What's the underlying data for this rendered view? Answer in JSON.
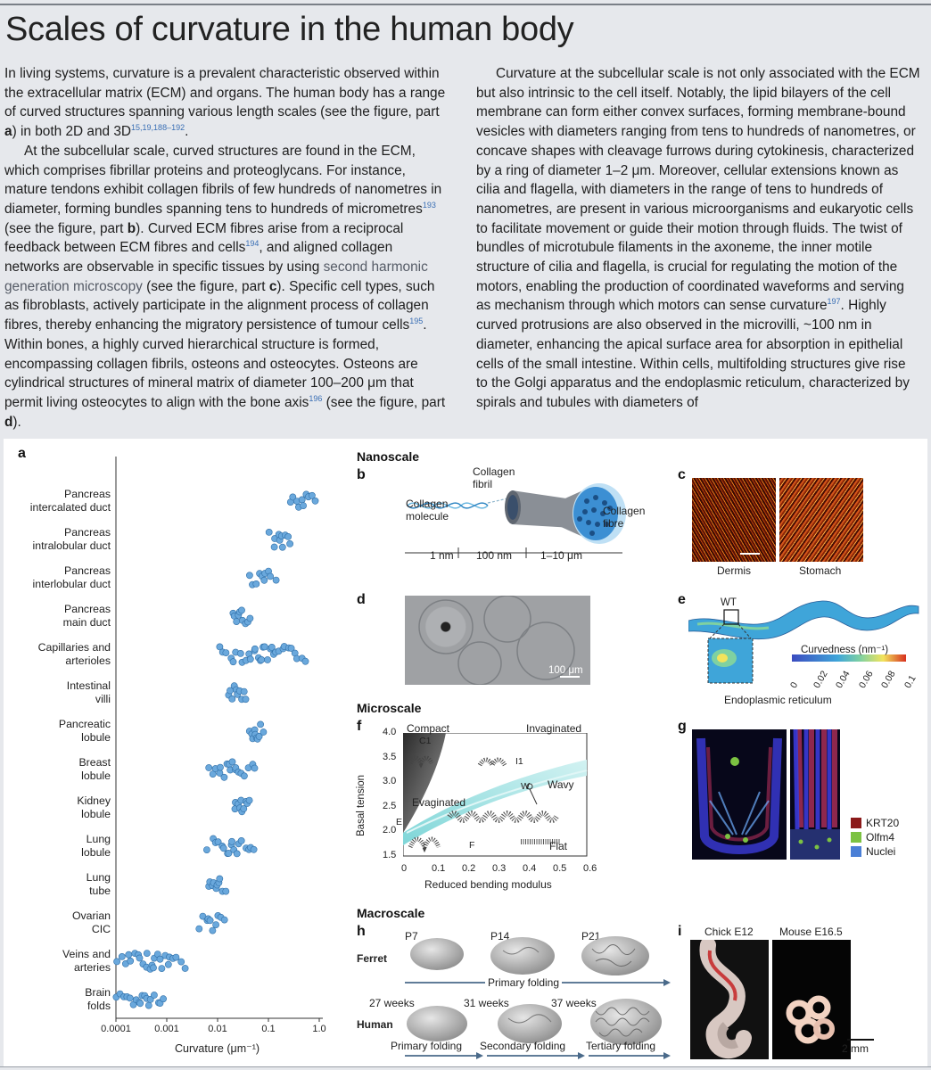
{
  "title": "Scales of curvature in the human body",
  "left_column": {
    "p1": [
      "In living systems, curvature is a prevalent characteristic observed within the extracellular matrix (ECM) and organs. The human body has a range of curved structures spanning various length scales (see the figure, part ",
      "a",
      ") in both 2D and 3D",
      "15,19,188–192",
      "."
    ],
    "p2": [
      "At the subcellular scale, curved structures are found in the ECM, which comprises fibrillar proteins and proteoglycans. For instance, mature tendons exhibit collagen fibrils of few hundreds of nanometres in diameter, forming bundles spanning tens to hundreds of micrometres",
      "193",
      " (see the figure, part ",
      "b",
      "). Curved ECM fibres arise from a reciprocal feedback between ECM fibres and cells",
      "194",
      ", and aligned collagen networks are observable in specific tissues by using ",
      "second harmonic generation microscopy",
      " (see the figure, part ",
      "c",
      "). Specific cell types, such as fibroblasts, actively participate in the alignment process of collagen fibres, thereby enhancing the migratory persistence of tumour cells",
      "195",
      ". Within bones, a highly curved hierarchical structure is formed, encompassing collagen fibrils, osteons and osteocytes. Osteons are cylindrical structures of mineral matrix of diameter 100–200 μm that permit living osteocytes to align with the bone axis",
      "196",
      " (see the figure, part ",
      "d",
      ")."
    ]
  },
  "right_column": {
    "p1": [
      "Curvature at the subcellular scale is not only associated with the ECM but also intrinsic to the cell itself. Notably, the lipid bilayers of the cell membrane can form either convex surfaces, forming membrane-bound vesicles with diameters ranging from tens to hundreds of nanometres, or concave shapes with cleavage furrows during cytokinesis, characterized by a ring of diameter 1–2 μm. Moreover, cellular extensions known as cilia and flagella, with diameters in the range of tens to hundreds of nanometres, are present in various microorganisms and eukaryotic cells to facilitate movement or guide their motion through fluids. The twist of bundles of microtubule filaments in the axoneme, the inner motile structure of cilia and flagella, is crucial for regulating the motion of the motors, enabling the production of coordinated waveforms and serving as mechanism through which motors can sense curvature",
      "197",
      ". Highly curved protrusions are also observed in the microvilli, ~100 nm in diameter, enhancing the apical surface area for absorption in epithelial cells of the small intestine. Within cells, multifolding structures give rise to the Golgi apparatus and the endoplasmic reticulum, characterized by spirals and tubules with diameters of"
    ]
  },
  "figure": {
    "panel_labels": {
      "a": "a",
      "b": "b",
      "c": "c",
      "d": "d",
      "e": "e",
      "f": "f",
      "g": "g",
      "h": "h",
      "i": "i"
    },
    "scale_headers": {
      "nano": "Nanoscale",
      "micro": "Microscale",
      "macro": "Macroscale"
    },
    "b": {
      "collagen_fibril": "Collagen\nfibril",
      "collagen_molecule": "Collagen\nmolecule",
      "collagen_fibre": "Collagen\nfibre",
      "scale_1": "1 nm",
      "scale_2": "100 nm",
      "scale_3": "1–10 μm"
    },
    "c": {
      "left": "Dermis",
      "right": "Stomach"
    },
    "d": {
      "scalebar": "100 μm"
    },
    "e": {
      "wt": "WT",
      "legend_title": "Curvedness (nm⁻¹)",
      "ticks": [
        "0",
        "0.02",
        "0.04",
        "0.06",
        "0.08",
        "0.1"
      ],
      "caption": "Endoplasmic  reticulum",
      "colors": [
        "#3b4cc0",
        "#3fa5d9",
        "#7fd1a1",
        "#f2e35c",
        "#f29b3a",
        "#d7301f"
      ]
    },
    "f": {
      "compact": "Compact",
      "invaginated": "Invaginated",
      "evaginated": "Evaginated",
      "wavy": "Wavy",
      "flat": "Flat",
      "c1": "C1",
      "i1": "I1",
      "w": "W",
      "e": "E",
      "f": "F",
      "ylabel": "Basal tension",
      "xlabel": "Reduced bending modulus",
      "yticks": [
        "4.0",
        "3.5",
        "3.0",
        "2.5",
        "2.0",
        "1.5"
      ],
      "xticks": [
        "0",
        "0.1",
        "0.2",
        "0.3",
        "0.4",
        "0.5",
        "0.6"
      ]
    },
    "g": {
      "legend": [
        {
          "label": "KRT20",
          "color": "#8b1a1a"
        },
        {
          "label": "Olfm4",
          "color": "#7cc242"
        },
        {
          "label": "Nuclei",
          "color": "#4a7fd6"
        }
      ]
    },
    "h": {
      "ferret": "Ferret",
      "human": "Human",
      "p7": "P7",
      "p14": "P14",
      "p21": "P21",
      "w27": "27 weeks",
      "w31": "31 weeks",
      "w37": "37 weeks",
      "primary_ferret": "Primary folding",
      "primary": "Primary folding",
      "secondary": "Secondary folding",
      "tertiary": "Tertiary folding"
    },
    "i": {
      "left": "Chick E12",
      "right": "Mouse E16.5",
      "scalebar": "2 mm"
    }
  },
  "chart_data": {
    "type": "scatter",
    "title": "",
    "xlabel": "Curvature (μm⁻¹)",
    "ylabel": "",
    "x_scale": "log",
    "xlim": [
      0.0001,
      1.0
    ],
    "xticks": [
      "0.0001",
      "0.001",
      "0.01",
      "0.1",
      "1.0"
    ],
    "point_color": "#6aa8dc",
    "categories": [
      {
        "name": "Pancreas intercalated duct",
        "label": [
          "Pancreas",
          "intercalated duct"
        ],
        "range": [
          0.25,
          0.9
        ]
      },
      {
        "name": "Pancreas intralobular duct",
        "label": [
          "Pancreas",
          "intralobular duct"
        ],
        "range": [
          0.1,
          0.3
        ]
      },
      {
        "name": "Pancreas interlobular duct",
        "label": [
          "Pancreas",
          "interlobular duct"
        ],
        "range": [
          0.04,
          0.15
        ]
      },
      {
        "name": "Pancreas main duct",
        "label": [
          "Pancreas",
          "main duct"
        ],
        "range": [
          0.018,
          0.045
        ]
      },
      {
        "name": "Capillaries and arterioles",
        "label": [
          "Capillaries and",
          "arterioles"
        ],
        "range": [
          0.01,
          0.6
        ]
      },
      {
        "name": "Intestinal villi",
        "label": [
          "Intestinal",
          "villi"
        ],
        "range": [
          0.015,
          0.04
        ]
      },
      {
        "name": "Pancreatic lobule",
        "label": [
          "Pancreatic",
          "lobule"
        ],
        "range": [
          0.04,
          0.08
        ]
      },
      {
        "name": "Breast lobule",
        "label": [
          "Breast",
          "lobule"
        ],
        "range": [
          0.006,
          0.06
        ]
      },
      {
        "name": "Kidney lobule",
        "label": [
          "Kidney",
          "lobule"
        ],
        "range": [
          0.02,
          0.045
        ]
      },
      {
        "name": "Lung lobule",
        "label": [
          "Lung",
          "lobule"
        ],
        "range": [
          0.006,
          0.06
        ]
      },
      {
        "name": "Lung tube",
        "label": [
          "Lung",
          "tube"
        ],
        "range": [
          0.006,
          0.015
        ]
      },
      {
        "name": "Ovarian CIC",
        "label": [
          "Ovarian",
          "CIC"
        ],
        "range": [
          0.004,
          0.015
        ]
      },
      {
        "name": "Veins and arteries",
        "label": [
          "Veins and",
          "arteries"
        ],
        "range": [
          0.0001,
          0.0025
        ]
      },
      {
        "name": "Brain folds",
        "label": [
          "Brain",
          "folds"
        ],
        "range": [
          0.0001,
          0.001
        ]
      }
    ]
  }
}
